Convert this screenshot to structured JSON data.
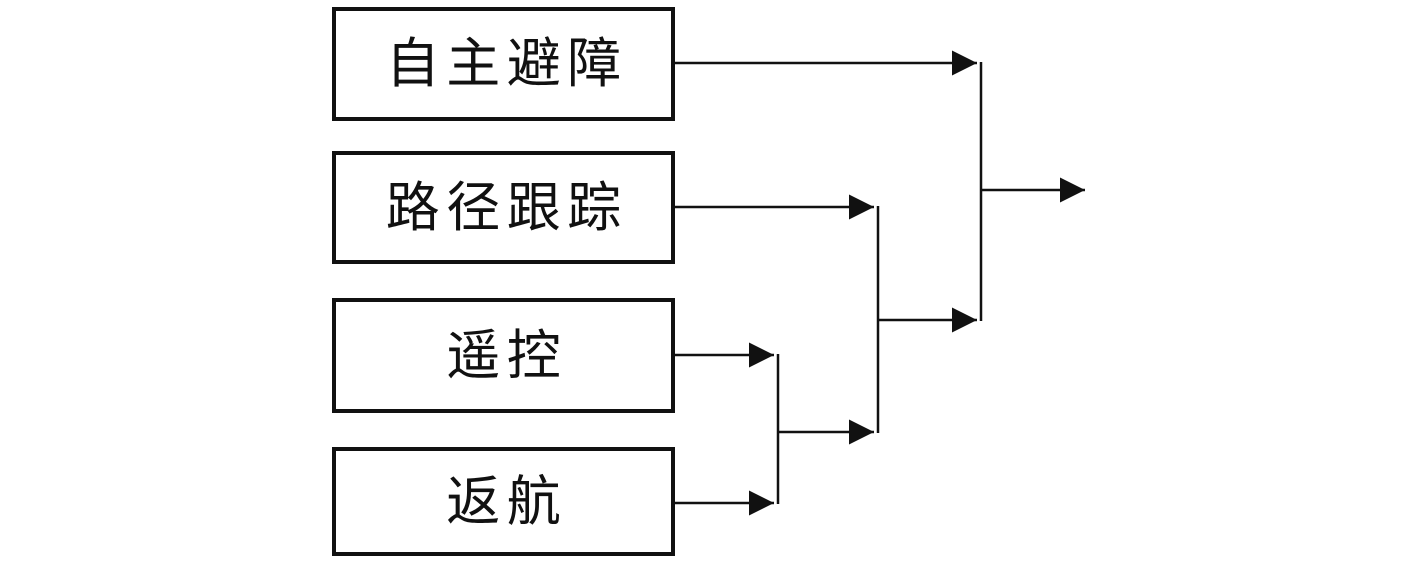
{
  "page": {
    "background_color": "#ffffff",
    "line_color": "#111111",
    "box_border_color": "#111111"
  },
  "diagram": {
    "type": "behavior-arbitration-flow",
    "nodes": [
      {
        "id": "autonomous-obstacle-avoidance",
        "label": "自主避障"
      },
      {
        "id": "path-tracking",
        "label": "路径跟踪"
      },
      {
        "id": "remote-control",
        "label": "遥控"
      },
      {
        "id": "return-home",
        "label": "返航"
      }
    ],
    "edges": [
      {
        "from": "remote-control",
        "to": "merge-1"
      },
      {
        "from": "return-home",
        "to": "merge-1"
      },
      {
        "from": "merge-1",
        "to": "merge-2"
      },
      {
        "from": "path-tracking",
        "to": "merge-2"
      },
      {
        "from": "merge-2",
        "to": "merge-3"
      },
      {
        "from": "autonomous-obstacle-avoidance",
        "to": "merge-3"
      },
      {
        "from": "merge-3",
        "to": "output"
      }
    ]
  }
}
